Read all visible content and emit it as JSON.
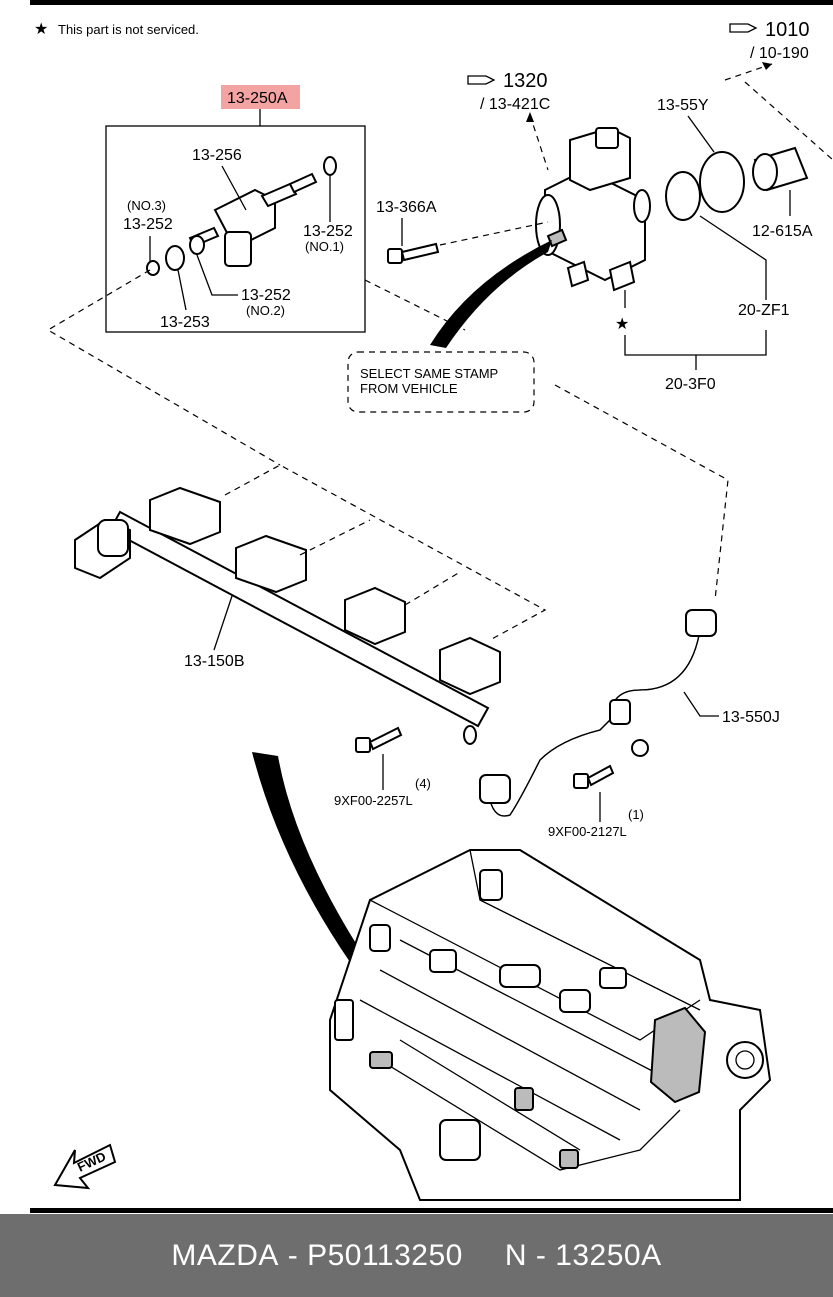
{
  "note": {
    "star": "★",
    "text": "This part is not serviced."
  },
  "refs": {
    "r1010": {
      "num": "1010",
      "sub": "/ 10-190"
    },
    "r1320": {
      "num": "1320",
      "sub": "/ 13-421C"
    }
  },
  "labels": {
    "highlight": "13-250A",
    "p13256": "13-256",
    "no3": "(NO.3)",
    "p13252a": "13-252",
    "p13252b": "13-252",
    "no1": "(NO.1)",
    "p13252c": "13-252",
    "no2": "(NO.2)",
    "p13253": "13-253",
    "p13366A": "13-366A",
    "p1355Y": "13-55Y",
    "p12615A": "12-615A",
    "p20ZF1": "20-ZF1",
    "p203F0": "20-3F0",
    "star2": "★",
    "stamp1": "SELECT SAME STAMP",
    "stamp2": "FROM VEHICLE",
    "p13150B": "13-150B",
    "p13550J": "13-550J",
    "qty4": "(4)",
    "bolt1": "9XF00-2257L",
    "qty1": "(1)",
    "bolt2": "9XF00-2127L",
    "fwd": "FWD"
  },
  "colors": {
    "highlight": "#f4a3a3",
    "footer": "#6e6e6e"
  },
  "footer": {
    "brand": "MAZDA",
    "sep1": "-",
    "part": "P50113250",
    "n": "N",
    "sep2": "-",
    "code": "13250A"
  }
}
